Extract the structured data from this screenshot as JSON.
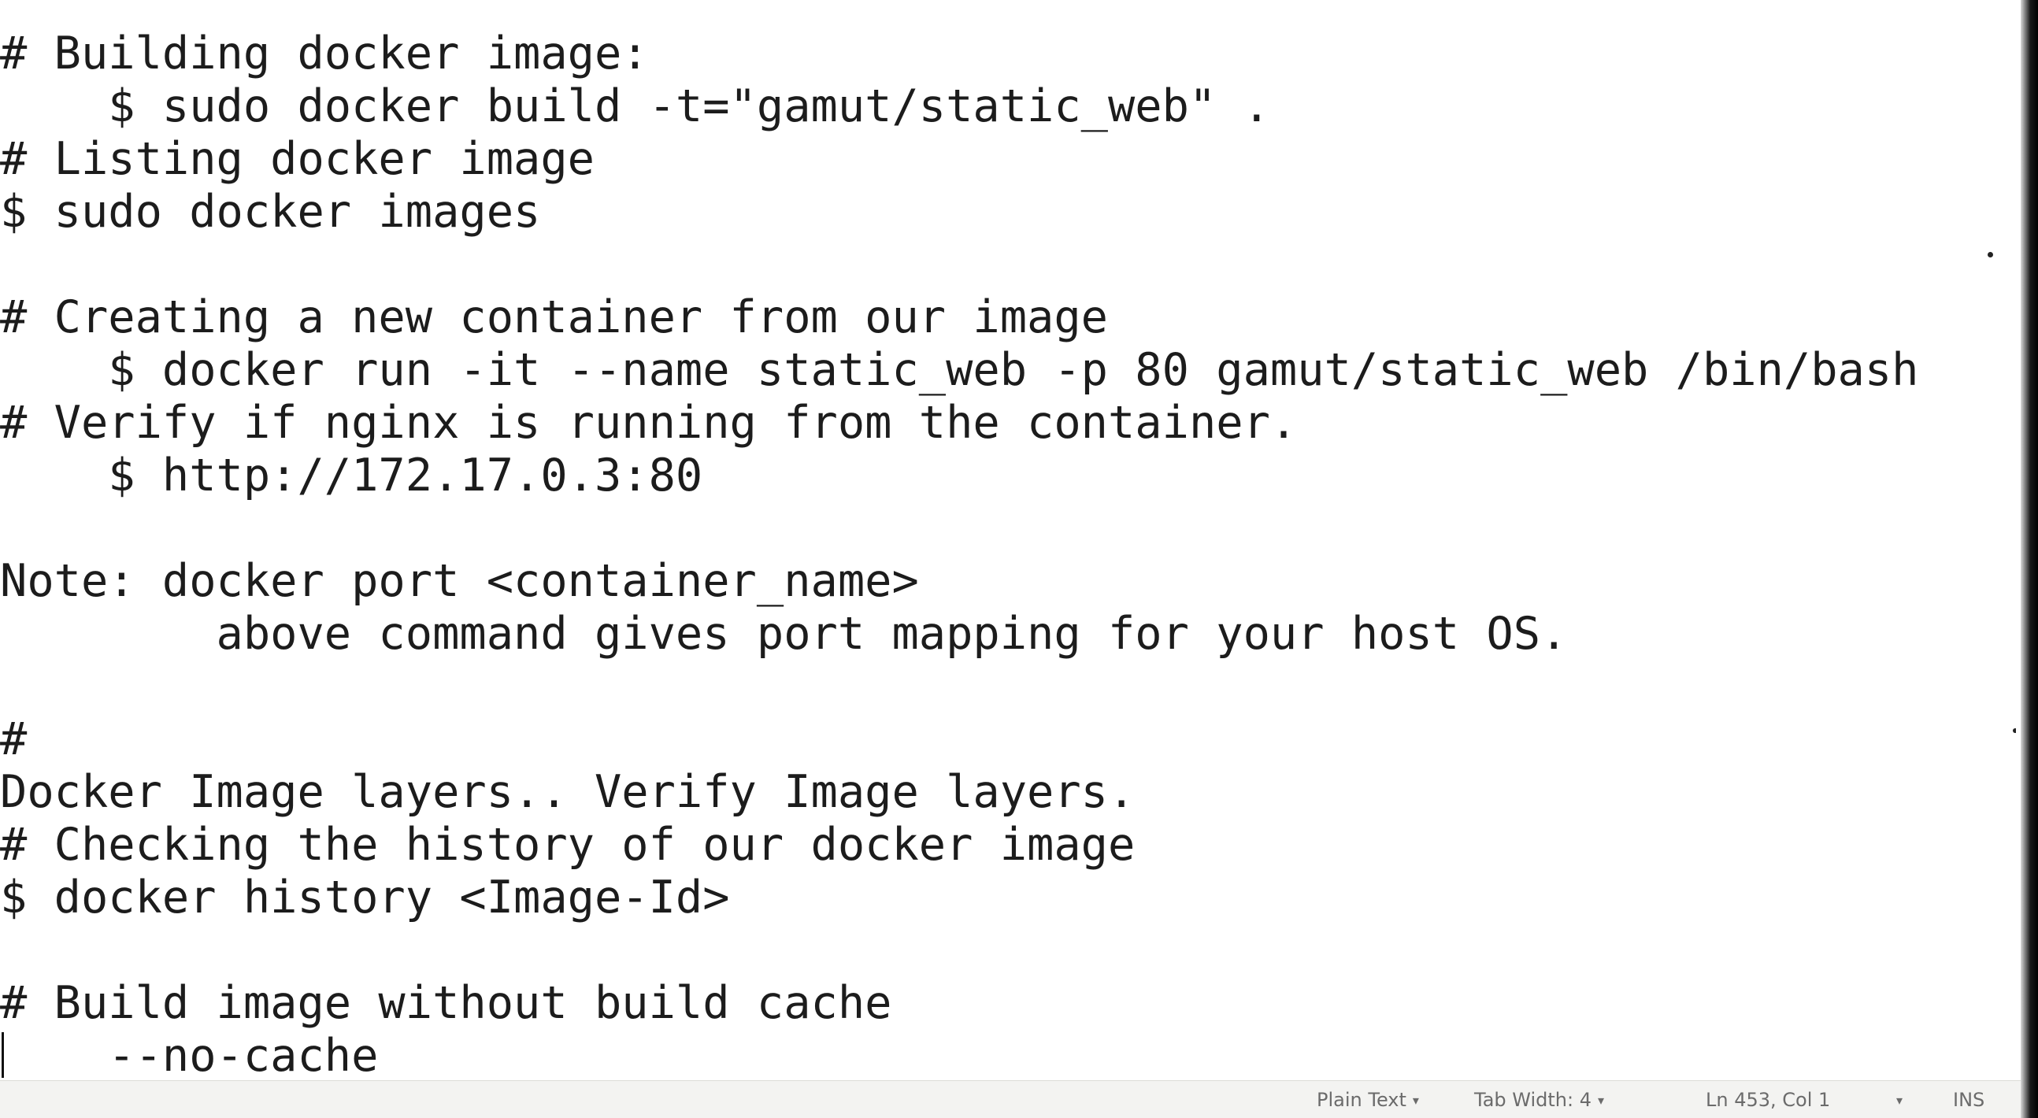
{
  "editor": {
    "lines": [
      "# Building docker image:",
      "    $ sudo docker build -t=\"gamut/static_web\" .",
      "# Listing docker image",
      "$ sudo docker images",
      "",
      "# Creating a new container from our image",
      "    $ docker run -it --name static_web -p 80 gamut/static_web /bin/bash",
      "# Verify if nginx is running from the container.",
      "    $ http://172.17.0.3:80",
      "",
      "Note: docker port <container_name>",
      "        above command gives port mapping for your host OS.",
      "",
      "#",
      "Docker Image layers.. Verify Image layers.",
      "# Checking the history of our docker image",
      "$ docker history <Image-Id>",
      "",
      "# Build image without build cache",
      "    --no-cache"
    ]
  },
  "statusbar": {
    "language": "Plain Text",
    "tab_width": "Tab Width: 4",
    "position": "Ln 453, Col 1",
    "mode": "INS"
  },
  "colors": {
    "text": "#1c1c1c",
    "background": "#ffffff",
    "statusbar_bg": "#f3f3f1",
    "statusbar_text": "#6b6b6b"
  }
}
